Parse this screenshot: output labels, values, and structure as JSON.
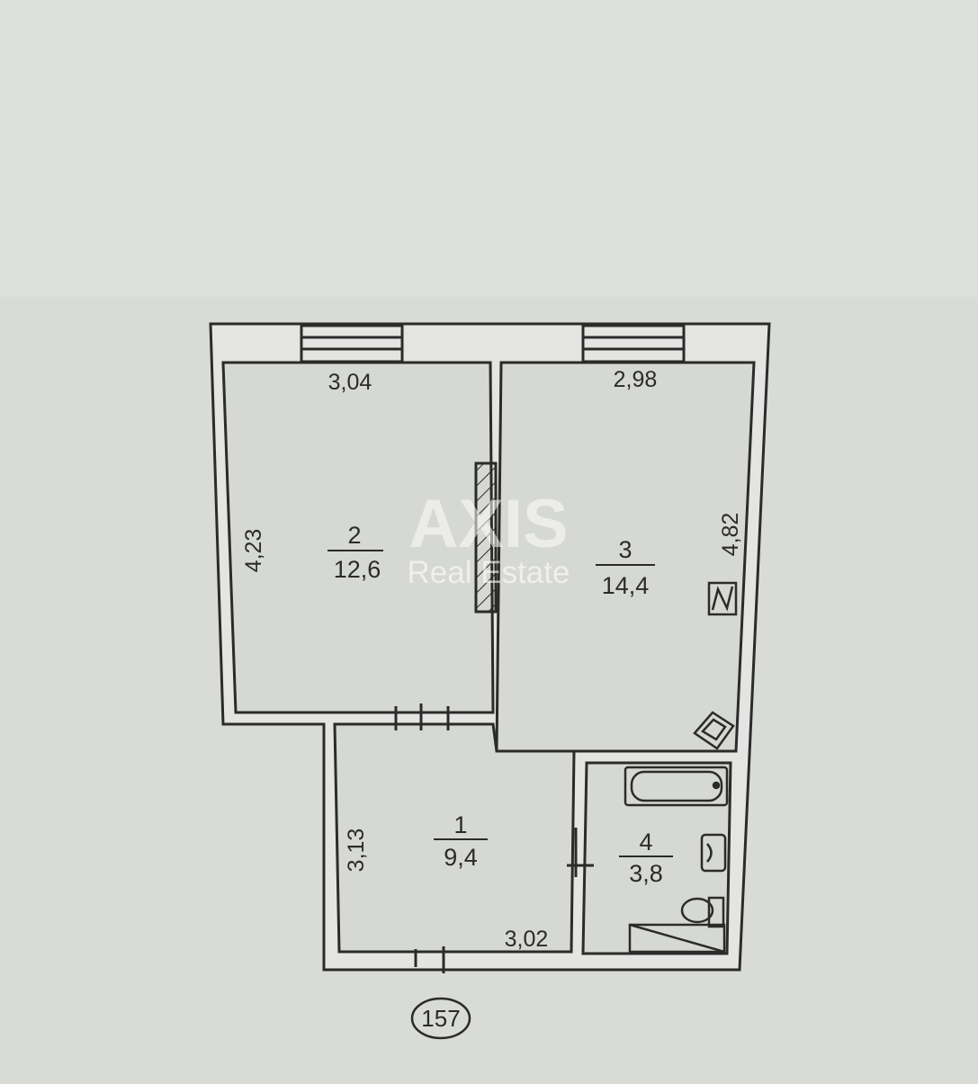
{
  "rooms": [
    {
      "id": "room-2",
      "number": "2",
      "area": "12,6"
    },
    {
      "id": "room-3",
      "number": "3",
      "area": "14,4"
    },
    {
      "id": "room-1",
      "number": "1",
      "area": "9,4"
    },
    {
      "id": "room-4",
      "number": "4",
      "area": "3,8"
    }
  ],
  "dimensions": {
    "room2_width": "3,04",
    "room2_height": "4,23",
    "room3_width": "2,98",
    "room3_height": "4,82",
    "room1_height": "3,13",
    "room1_width": "3,02"
  },
  "plan_number": "157",
  "watermark": {
    "brand": "AXIS",
    "tagline": "Real Estate"
  },
  "colors": {
    "paper": "#d9dbd7",
    "ink": "#2b2b2b",
    "wall_fill": "#e4e5e2"
  }
}
